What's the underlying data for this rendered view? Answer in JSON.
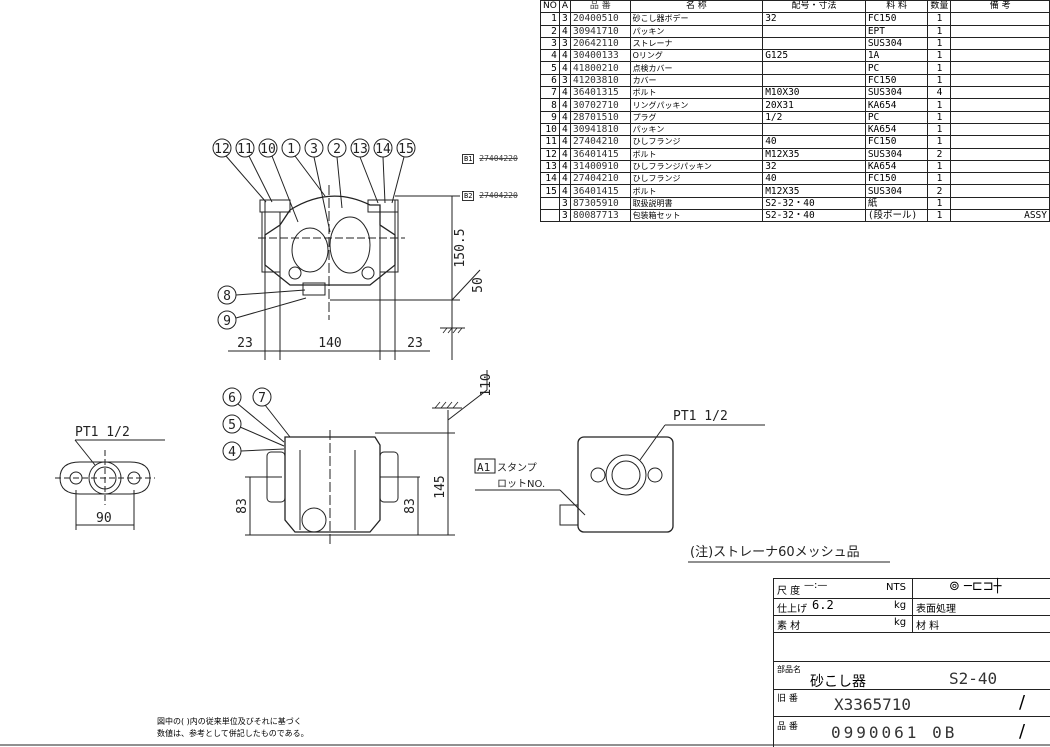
{
  "parts_table": {
    "headers": [
      "NO",
      "A",
      "品 番",
      "名 称",
      "配号・寸法",
      "料 料",
      "数量",
      "備 考"
    ],
    "rows": [
      {
        "no": "1",
        "a": "3",
        "part": "20400510",
        "name": "砂こし器ボデー",
        "size": "32",
        "material": "FC150",
        "qty": "1",
        "remark": ""
      },
      {
        "no": "2",
        "a": "4",
        "part": "30941710",
        "name": "パッキン",
        "size": "",
        "material": "EPT",
        "qty": "1",
        "remark": ""
      },
      {
        "no": "3",
        "a": "3",
        "part": "20642110",
        "name": "ストレーナ",
        "size": "",
        "material": "SUS304",
        "qty": "1",
        "remark": ""
      },
      {
        "no": "4",
        "a": "4",
        "part": "30400133",
        "name": "Oリング",
        "size": "G125",
        "material": "1A",
        "qty": "1",
        "remark": ""
      },
      {
        "no": "5",
        "a": "4",
        "part": "41800210",
        "name": "点検カバー",
        "size": "",
        "material": "PC",
        "qty": "1",
        "remark": ""
      },
      {
        "no": "6",
        "a": "3",
        "part": "41203810",
        "name": "カバー",
        "size": "",
        "material": "FC150",
        "qty": "1",
        "remark": ""
      },
      {
        "no": "7",
        "a": "4",
        "part": "36401315",
        "name": "ボルト",
        "size": "M10X30",
        "material": "SUS304",
        "qty": "4",
        "remark": ""
      },
      {
        "no": "8",
        "a": "4",
        "part": "30702710",
        "name": "リングパッキン",
        "size": "20X31",
        "material": "KA654",
        "qty": "1",
        "remark": ""
      },
      {
        "no": "9",
        "a": "4",
        "part": "28701510",
        "name": "プラグ",
        "size": "1/2",
        "material": "PC",
        "qty": "1",
        "remark": ""
      },
      {
        "no": "10",
        "a": "4",
        "part": "30941810",
        "name": "パッキン",
        "size": "",
        "material": "KA654",
        "qty": "1",
        "remark": ""
      },
      {
        "no": "11",
        "a": "4",
        "part": "27404210",
        "name": "ひしフランジ",
        "size": "40",
        "material": "FC150",
        "qty": "1",
        "remark": ""
      },
      {
        "no": "12",
        "a": "4",
        "part": "36401415",
        "name": "ボルト",
        "size": "M12X35",
        "material": "SUS304",
        "qty": "2",
        "remark": ""
      },
      {
        "no": "13",
        "a": "4",
        "part": "31400910",
        "name": "ひしフランジパッキン",
        "size": "32",
        "material": "KA654",
        "qty": "1",
        "remark": ""
      },
      {
        "no": "14",
        "a": "4",
        "part": "27404210",
        "name": "ひしフランジ",
        "size": "40",
        "material": "FC150",
        "qty": "1",
        "remark": ""
      },
      {
        "no": "15",
        "a": "4",
        "part": "36401415",
        "name": "ボルト",
        "size": "M12X35",
        "material": "SUS304",
        "qty": "2",
        "remark": ""
      },
      {
        "no": "",
        "a": "3",
        "part": "87305910",
        "name": "取扱説明書",
        "size": "S2-32・40",
        "material": "紙",
        "qty": "1",
        "remark": ""
      },
      {
        "no": "",
        "a": "3",
        "part": "80087713",
        "name": "包装箱セット",
        "size": "S2-32・40",
        "material": "(段ボール)",
        "qty": "1",
        "remark": "ASSY"
      }
    ],
    "revisions": [
      {
        "mark": "B1",
        "old_part": "27404220"
      },
      {
        "mark": "B2",
        "old_part": "27404220"
      }
    ]
  },
  "front_view": {
    "balloons": [
      "12",
      "11",
      "10",
      "1",
      "3",
      "2",
      "13",
      "14",
      "15",
      "8",
      "9"
    ],
    "dims": {
      "height": "150.5",
      "below": "50",
      "left": "23",
      "center": "140",
      "right": "23"
    }
  },
  "side_view": {
    "balloons": [
      "6",
      "7",
      "5",
      "4"
    ],
    "dims": {
      "top": "110",
      "height": "145",
      "left_h": "83",
      "right_h": "83"
    }
  },
  "flange_view": {
    "thread": "PT1 1/2",
    "width": "90"
  },
  "right_view": {
    "thread": "PT1 1/2",
    "stamp_mark": "A1",
    "stamp_label": "スタンプ",
    "lot_label": "ロットNO."
  },
  "strainer_note": "(注)ストレーナ60メッシュ品",
  "title_block": {
    "scale_label": "尺 度",
    "scale_value": "NTS",
    "finish_label": "仕上げ",
    "finish_weight": "6.2",
    "kg1": "kg",
    "surface_label": "表面処理",
    "raw_label": "素 材",
    "kg2": "kg",
    "material_label": "材 料",
    "part_name_label": "部品名",
    "part_name": "砂こし器",
    "model": "S2-40",
    "old_no_label": "旧 番",
    "old_no": "X3365710",
    "part_no_label": "品 番",
    "part_no": "0990061 0B"
  },
  "footnote": [
    "図中の(   )内の従来単位及びそれに基づく",
    "数値は、参考として併記したものである。"
  ]
}
